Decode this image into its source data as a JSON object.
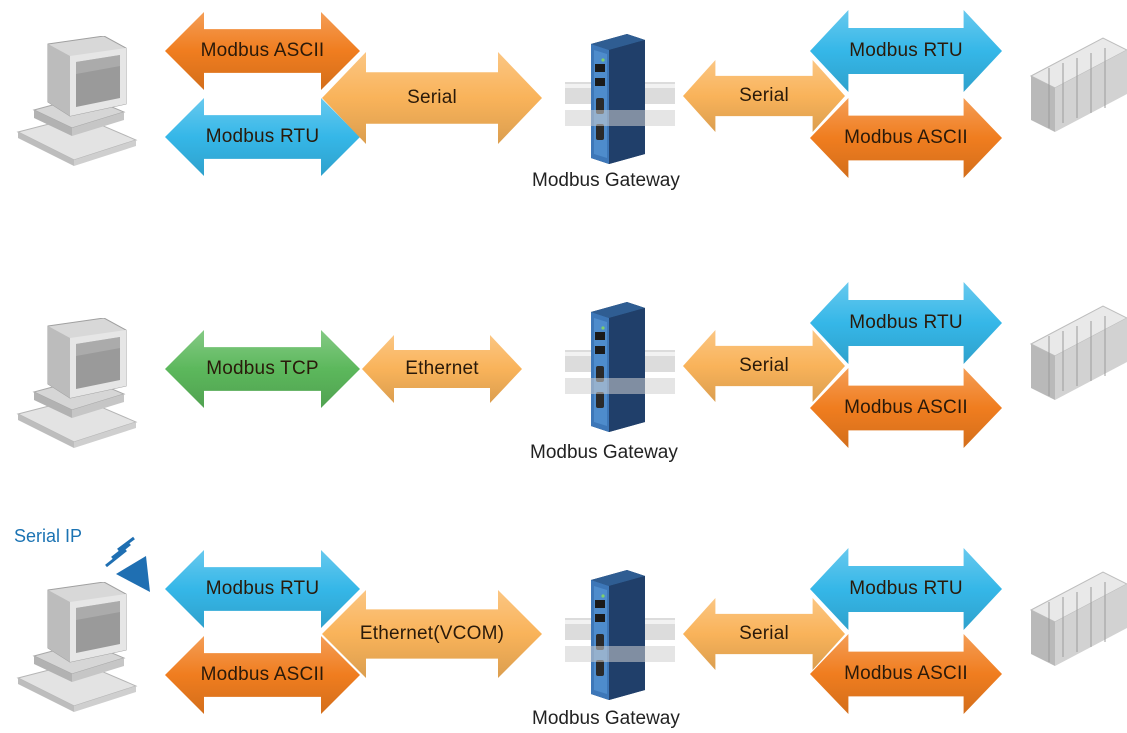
{
  "rows": [
    {
      "left_top": {
        "label": "Modbus ASCII",
        "color": "#f07d1f"
      },
      "left_bottom": {
        "label": "Modbus RTU",
        "color": "#35b7e8"
      },
      "link_left": {
        "label": "Serial",
        "color": "#f9b35a"
      },
      "gateway_label": "Modbus Gateway",
      "link_right": {
        "label": "Serial",
        "color": "#f9b35a"
      },
      "right_top": {
        "label": "Modbus RTU",
        "color": "#35b7e8"
      },
      "right_bottom": {
        "label": "Modbus ASCII",
        "color": "#f07d1f"
      }
    },
    {
      "left_single": {
        "label": "Modbus TCP",
        "color": "#5cb85c"
      },
      "link_left": {
        "label": "Ethernet",
        "color": "#f9b35a"
      },
      "gateway_label": "Modbus Gateway",
      "link_right": {
        "label": "Serial",
        "color": "#f9b35a"
      },
      "right_top": {
        "label": "Modbus RTU",
        "color": "#35b7e8"
      },
      "right_bottom": {
        "label": "Modbus ASCII",
        "color": "#f07d1f"
      }
    },
    {
      "serial_ip_label": "Serial IP",
      "left_top": {
        "label": "Modbus RTU",
        "color": "#35b7e8"
      },
      "left_bottom": {
        "label": "Modbus ASCII",
        "color": "#f07d1f"
      },
      "link_left": {
        "label": "Ethernet(VCOM)",
        "color": "#f9b35a"
      },
      "gateway_label": "Modbus Gateway",
      "link_right": {
        "label": "Serial",
        "color": "#f9b35a"
      },
      "right_top": {
        "label": "Modbus RTU",
        "color": "#35b7e8"
      },
      "right_bottom": {
        "label": "Modbus ASCII",
        "color": "#f07d1f"
      }
    }
  ],
  "icons": {
    "computer": "computer-icon",
    "plc_device": "plc-device-icon",
    "gateway": "modbus-gateway-device-icon",
    "wireless": "wireless-signal-icon"
  }
}
